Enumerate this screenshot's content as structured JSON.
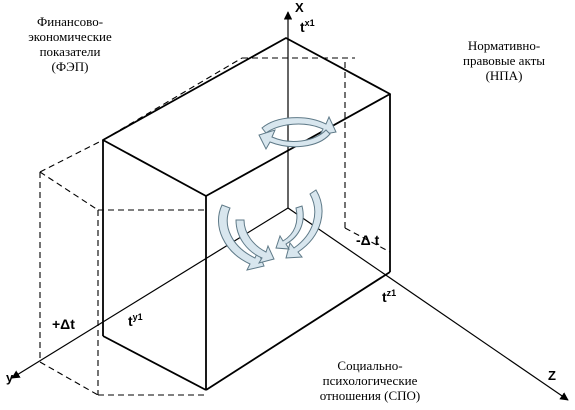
{
  "labels": {
    "fep": [
      "Финансово-",
      "экономические",
      "показатели",
      "(ФЭП)"
    ],
    "npa": [
      "Нормативно-",
      "правовые акты",
      "(НПА)"
    ],
    "spo": [
      "Социально-",
      "психологические",
      "отношения (СПО)"
    ]
  },
  "axes": {
    "x": "X",
    "y": "y",
    "z": "Z"
  },
  "ticks": {
    "tx": "t",
    "tx_sup": "x1",
    "tz": "t",
    "tz_sup": "z1",
    "ty": "t",
    "ty_sup": "y1",
    "plus_dt": "+Δt",
    "minus_dt": "-Δ t"
  },
  "colors": {
    "lines": "#000000",
    "arrows_fill": "#d8e6ee",
    "arrows_stroke": "#5f7a88"
  }
}
